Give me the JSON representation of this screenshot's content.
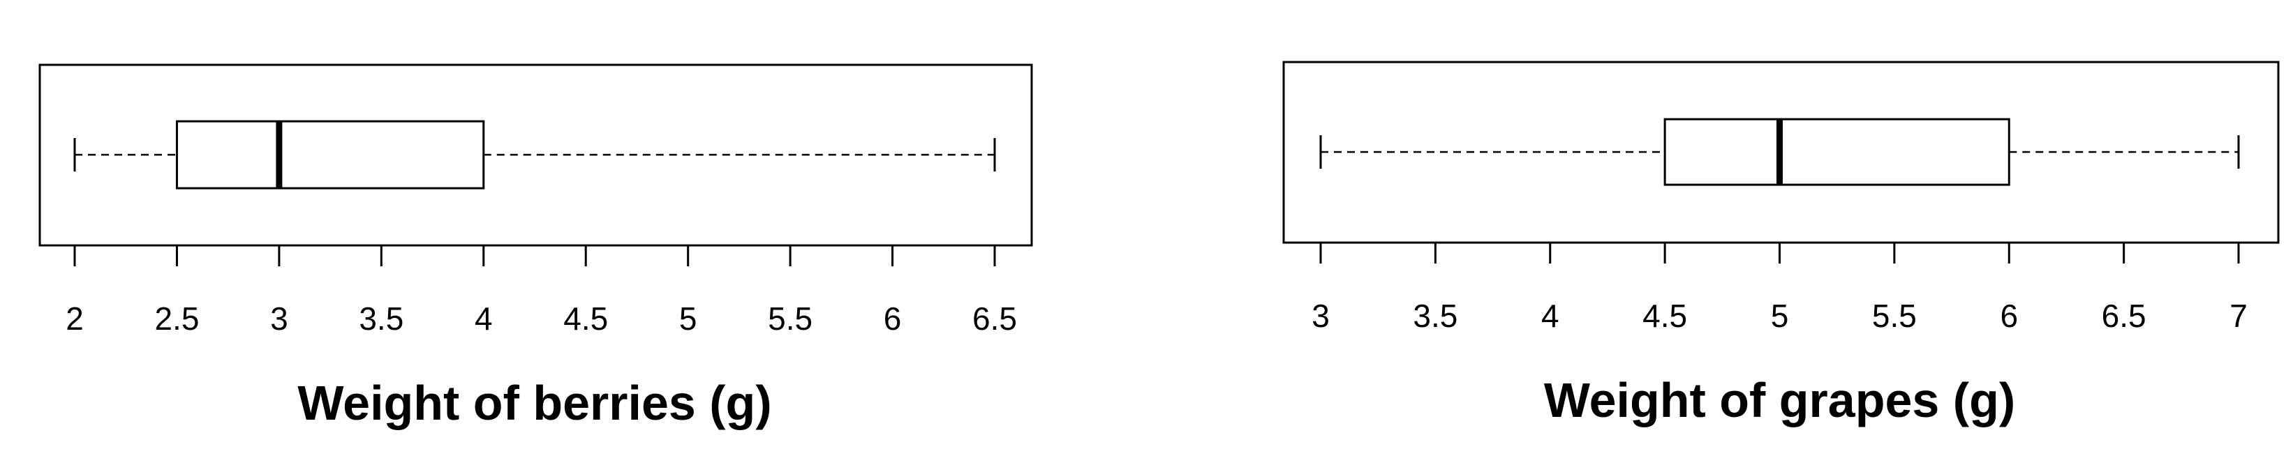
{
  "chart_data": [
    {
      "type": "boxplot",
      "orientation": "horizontal",
      "xlabel": "Weight of berries (g)",
      "xlim": [
        2,
        6.5
      ],
      "ticks": [
        2,
        2.5,
        3,
        3.5,
        4,
        4.5,
        5,
        5.5,
        6,
        6.5
      ],
      "tick_labels": [
        "2",
        "2.5",
        "3",
        "3.5",
        "4",
        "4.5",
        "5",
        "5.5",
        "6",
        "6.5"
      ],
      "five_number_summary": {
        "min": 2,
        "q1": 2.5,
        "median": 3,
        "q3": 4,
        "max": 6.5
      },
      "whisker_style": "dashed",
      "grid": false
    },
    {
      "type": "boxplot",
      "orientation": "horizontal",
      "xlabel": "Weight of grapes (g)",
      "xlim": [
        3,
        7
      ],
      "ticks": [
        3,
        3.5,
        4,
        4.5,
        5,
        5.5,
        6,
        6.5,
        7
      ],
      "tick_labels": [
        "3",
        "3.5",
        "4",
        "4.5",
        "5",
        "5.5",
        "6",
        "6.5",
        "7"
      ],
      "five_number_summary": {
        "min": 3,
        "q1": 4.5,
        "median": 5,
        "q3": 6,
        "max": 7
      },
      "whisker_style": "dashed",
      "grid": false
    }
  ],
  "colors": {
    "stroke": "#000000",
    "background": "#ffffff"
  }
}
